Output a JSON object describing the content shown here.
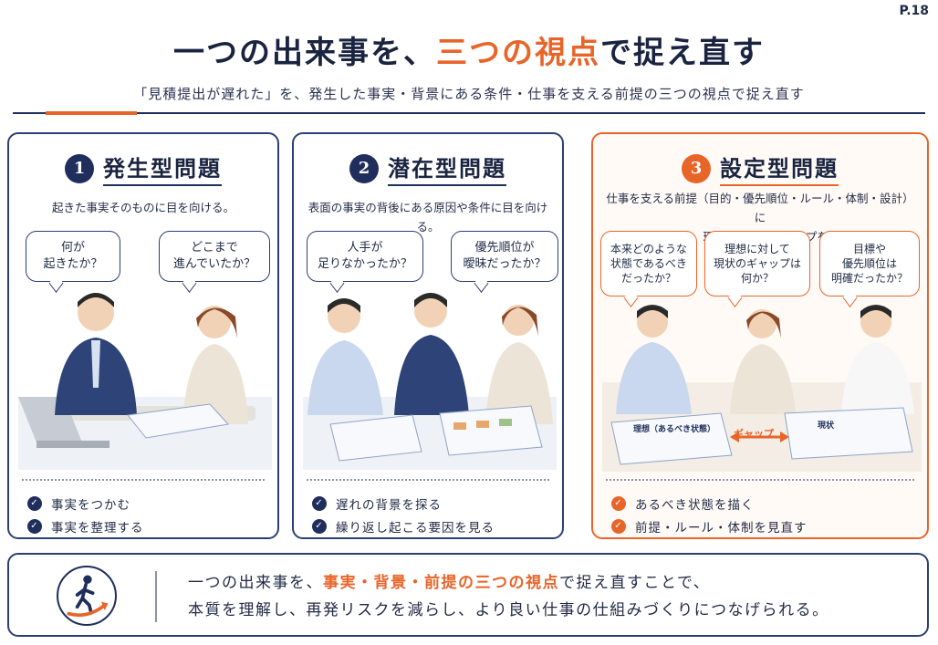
{
  "page_number": "P.18",
  "title": {
    "part1": "一つの出来事を、",
    "highlight": "三つの視点",
    "part2": "で捉え直す"
  },
  "subtitle": "「見積提出が遅れた」を、発生した事実・背景にある条件・仕事を支える前提の三つの視点で捉え直す",
  "cards": [
    {
      "number": "1",
      "title": "発生型問題",
      "description": "起きた事実そのものに目を向ける。",
      "bubbles": [
        "何が\n起きたか？",
        "どこまで\n進んでいたか？"
      ],
      "checks": [
        "事実をつかむ",
        "事実を整理する"
      ]
    },
    {
      "number": "2",
      "title": "潜在型問題",
      "description": "表面の事実の背後にある原因や条件に目を向ける。",
      "bubbles": [
        "人手が\n足りなかったか？",
        "優先順位が\n曖昧だったか？"
      ],
      "checks": [
        "遅れの背景を探る",
        "繰り返し起こる要因を見る"
      ]
    },
    {
      "number": "3",
      "title": "設定型問題",
      "description": "仕事を支える前提（目的・優先順位・ルール・体制・設計）に\n目を向け、理想と現状のギャップを捉える。",
      "bubbles": [
        "本来どのような\n状態であるべき\nだったか？",
        "理想に対して\n現状のギャップは\n何か？",
        "目標や\n優先順位は\n明確だったか？"
      ],
      "board_ideal": "理想（あるべき状態）",
      "board_current": "現状",
      "gap_label": "ギャップ",
      "checks": [
        "あるべき状態を描く",
        "前提・ルール・体制を見直す"
      ]
    }
  ],
  "bottom": {
    "line1_part1": "一つの出来事を、",
    "line1_highlight": "事実・背景・前提の三つの視点",
    "line1_part2": "で捉え直すことで、",
    "line2": "本質を理解し、再発リスクを減らし、より良い仕事の仕組みづくりにつなげられる。"
  },
  "colors": {
    "navy": "#1f2e5c",
    "accent": "#e8652a"
  },
  "icons": {
    "check": "check-circle-icon",
    "walker": "walking-person-icon"
  }
}
